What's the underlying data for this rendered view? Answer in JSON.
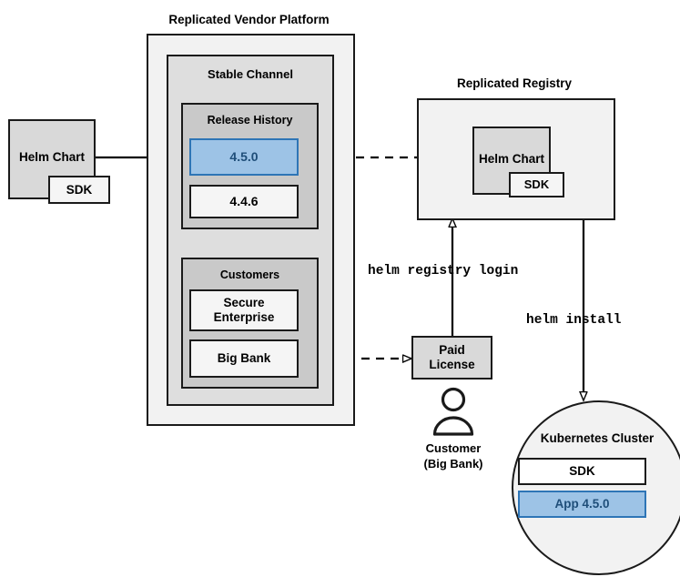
{
  "diagram": {
    "title_vendor_platform": "Replicated Vendor Platform",
    "title_registry": "Replicated Registry",
    "stable_channel": "Stable Channel",
    "release_history": "Release History",
    "customers": "Customers",
    "release_current": "4.5.0",
    "release_previous": "4.4.6",
    "customer_secure_enterprise": "Secure\nEnterprise",
    "customer_secure_enterprise_line1": "Secure",
    "customer_secure_enterprise_line2": "Enterprise",
    "customer_big_bank": "Big Bank",
    "helm_chart_source": "Helm Chart",
    "sdk_source": "SDK",
    "helm_chart_registry": "Helm Chart",
    "sdk_registry": "SDK",
    "paid_license_line1": "Paid",
    "paid_license_line2": "License",
    "customer_person_line1": "Customer",
    "customer_person_line2": "(Big Bank)",
    "cmd_registry_login": "helm registry login",
    "cmd_helm_install": "helm install",
    "cluster_title": "Kubernetes Cluster",
    "cluster_sdk": "SDK",
    "cluster_app": "App 4.5.0"
  },
  "colors": {
    "accent_blue_fill": "#9dc3e6",
    "accent_blue_border": "#2e75b6",
    "accent_blue_text": "#1f4e79",
    "outline": "#1a1a1a",
    "outer_fill": "#f2f2f2",
    "mid_fill": "#dedede",
    "inner_fill": "#c9c9c9",
    "node_fill": "#f5f5f5",
    "gray_fill": "#d9d9d9",
    "background": "#ffffff"
  },
  "icons": {
    "person": "person-icon",
    "arrow_solid": "arrow-solid",
    "arrow_dashed": "arrow-dashed"
  }
}
